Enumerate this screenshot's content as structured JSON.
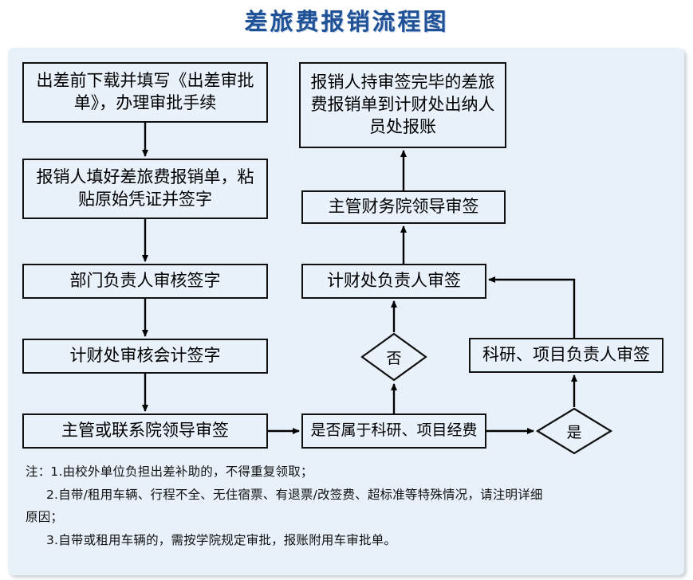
{
  "title": "差旅费报销流程图",
  "theme": {
    "title_color": "#1f5196",
    "panel_background": "#e8f1fa",
    "node_background": "#e9f1fa",
    "node_border": "#111111",
    "connector_color": "#000000",
    "page_background": "#ffffff"
  },
  "flow": {
    "nodes": [
      {
        "id": "apply",
        "type": "process",
        "label": "出差前下载并填写《出差审批单》，办理审批手续"
      },
      {
        "id": "fill",
        "type": "process",
        "label": "报销人填好差旅费报销单，粘贴原始凭证并签字"
      },
      {
        "id": "dept",
        "type": "process",
        "label": "部门负责人审核签字"
      },
      {
        "id": "account",
        "type": "process",
        "label": "计财处审核会计签字"
      },
      {
        "id": "leader",
        "type": "process",
        "label": "主管或联系院领导审签"
      },
      {
        "id": "question",
        "type": "process",
        "label": "是否属于科研、项目经费"
      },
      {
        "id": "yes",
        "type": "decision",
        "label": "是"
      },
      {
        "id": "no",
        "type": "decision",
        "label": "否"
      },
      {
        "id": "project",
        "type": "process",
        "label": "科研、项目负责人审签"
      },
      {
        "id": "finhead",
        "type": "process",
        "label": "计财处负责人审签"
      },
      {
        "id": "finleader",
        "type": "process",
        "label": "主管财务院领导审签"
      },
      {
        "id": "cashier",
        "type": "process",
        "label": "报销人持审签完毕的差旅费报销单到计财处出纳人员处报账"
      }
    ],
    "edges": [
      {
        "from": "apply",
        "to": "fill"
      },
      {
        "from": "fill",
        "to": "dept"
      },
      {
        "from": "dept",
        "to": "account"
      },
      {
        "from": "account",
        "to": "leader"
      },
      {
        "from": "leader",
        "to": "question"
      },
      {
        "from": "question",
        "to": "yes"
      },
      {
        "from": "question",
        "to": "no"
      },
      {
        "from": "yes",
        "to": "project"
      },
      {
        "from": "project",
        "to": "finhead"
      },
      {
        "from": "no",
        "to": "finhead"
      },
      {
        "from": "finhead",
        "to": "finleader"
      },
      {
        "from": "finleader",
        "to": "cashier"
      }
    ]
  },
  "notes": {
    "items": [
      "注：1.由校外单位负担出差补助的，不得重复领取；",
      "2.自带/租用车辆、行程不全、无住宿票、有退票/改签费、超标准等特殊情况，请注明详细",
      "原因；",
      "3.自带或租用车辆的，需按学院规定审批，报账附用车审批单。"
    ]
  }
}
